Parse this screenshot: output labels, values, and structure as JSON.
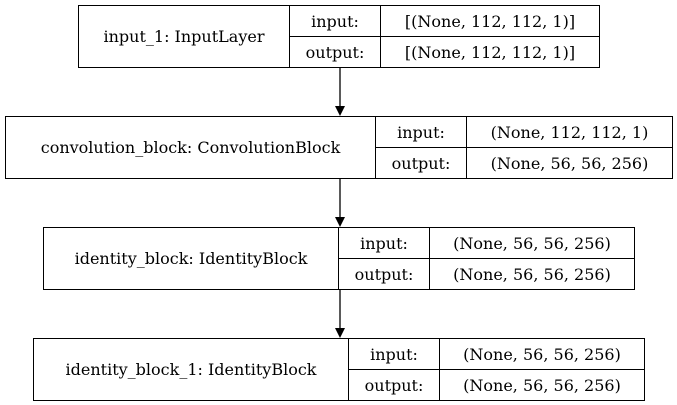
{
  "nodes": [
    {
      "name": "input_1: InputLayer",
      "input_label": "input:",
      "output_label": "output:",
      "input": "[(None, 112, 112, 1)]",
      "output": "[(None, 112, 112, 1)]"
    },
    {
      "name": "convolution_block: ConvolutionBlock",
      "input_label": "input:",
      "output_label": "output:",
      "input": "(None, 112, 112, 1)",
      "output": "(None, 56, 56, 256)"
    },
    {
      "name": "identity_block: IdentityBlock",
      "input_label": "input:",
      "output_label": "output:",
      "input": "(None, 56, 56, 256)",
      "output": "(None, 56, 56, 256)"
    },
    {
      "name": "identity_block_1: IdentityBlock",
      "input_label": "input:",
      "output_label": "output:",
      "input": "(None, 56, 56, 256)",
      "output": "(None, 56, 56, 256)"
    }
  ]
}
